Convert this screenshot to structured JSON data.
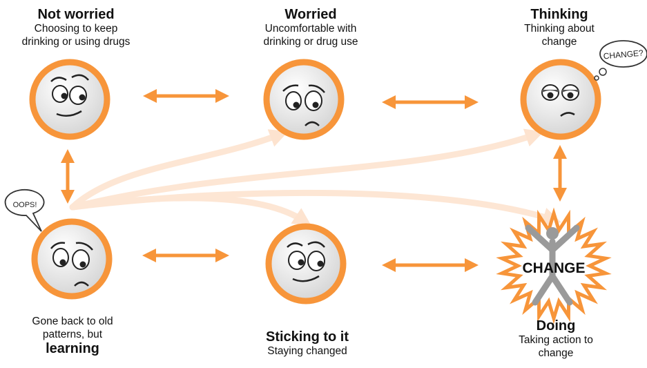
{
  "stages": {
    "not_worried": {
      "title": "Not worried",
      "desc1": "Choosing to keep",
      "desc2": "drinking or using drugs"
    },
    "worried": {
      "title": "Worried",
      "desc1": "Uncomfortable with",
      "desc2": "drinking or drug use"
    },
    "thinking": {
      "title": "Thinking",
      "desc1": "Thinking about",
      "desc2": "change",
      "bubble": "CHANGE?"
    },
    "learning": {
      "desc1": "Gone back to old",
      "desc2": "patterns, but",
      "title": "learning",
      "bubble": "OOPS!"
    },
    "sticking": {
      "title": "Sticking to it",
      "desc1": "Staying changed"
    },
    "doing": {
      "burst_text": "CHANGE",
      "title": "Doing",
      "desc1": "Taking action to",
      "desc2": "change"
    }
  },
  "colors": {
    "orange": "#f7953a",
    "light_orange": "#fde3cf",
    "face": "#e6e6e6",
    "burst": "#f7953a"
  }
}
